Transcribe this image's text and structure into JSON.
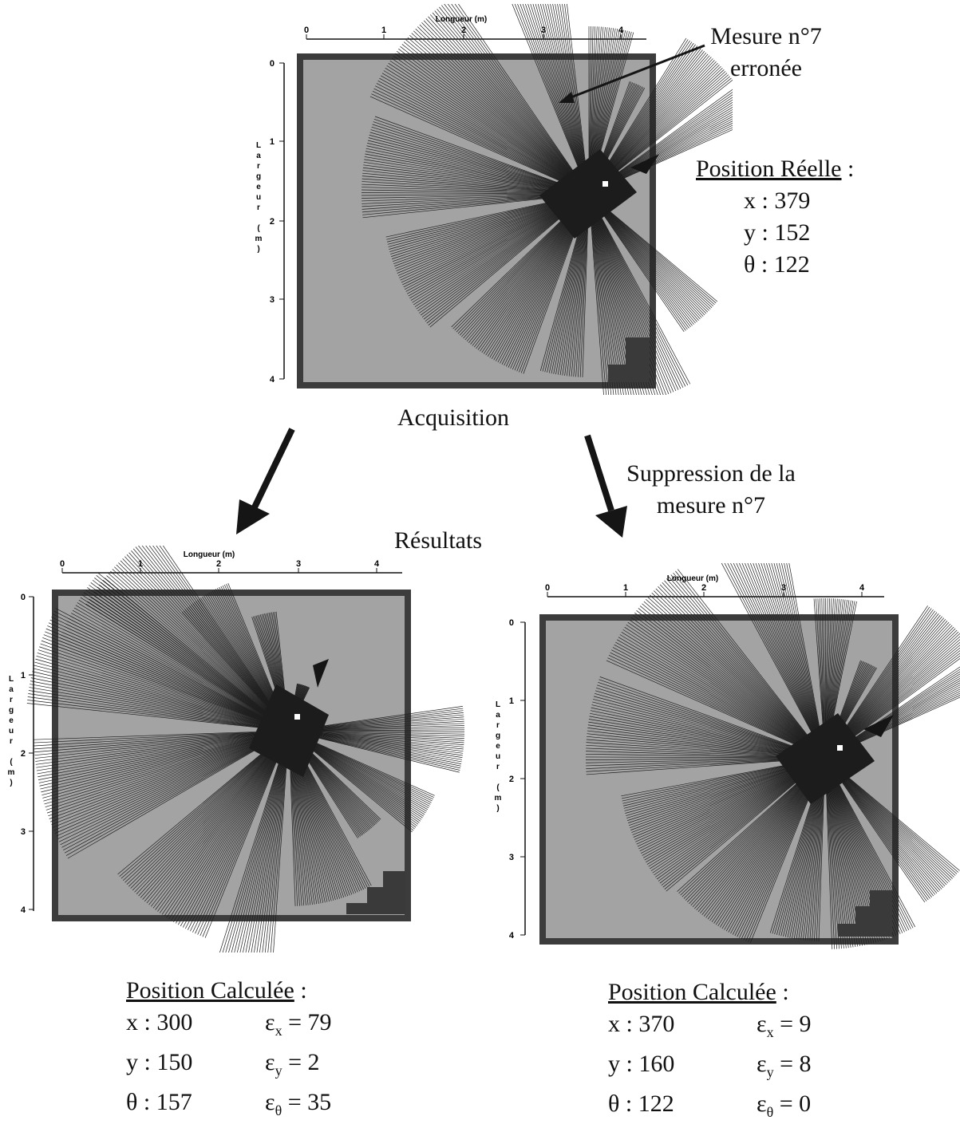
{
  "axes": {
    "x_label": "Longueur (m)",
    "y_label_chars": [
      "L",
      "a",
      "r",
      "g",
      "e",
      "u",
      "r",
      "",
      "(",
      "m",
      ")"
    ],
    "x_ticks": [
      "0",
      "1",
      "2",
      "3",
      "4"
    ],
    "y_ticks": [
      "0",
      "1",
      "2",
      "3",
      "4"
    ]
  },
  "annotation": {
    "line1": "Mesure n°7",
    "line2": "erronée"
  },
  "real_position": {
    "title": "Position Réelle",
    "colon": " :",
    "x": "x : 379",
    "y": "y : 152",
    "theta": "θ : 122"
  },
  "labels": {
    "acquisition": "Acquisition",
    "results": "Résultats",
    "suppression_line1": "Suppression de la",
    "suppression_line2": "mesure n°7"
  },
  "calc_left": {
    "title": "Position Calculée",
    "colon": " :",
    "x": "x : 300",
    "y": "y : 150",
    "theta": "θ : 157",
    "ex_sym": "ε",
    "ex_sub": "x",
    "ex_val": " = 79",
    "ey_sym": "ε",
    "ey_sub": "y",
    "ey_val": " = 2",
    "et_sym": "ε",
    "et_sub": "θ",
    "et_val": " = 35"
  },
  "calc_right": {
    "title": "Position Calculée",
    "colon": " :",
    "x": "x : 370",
    "y": "y : 160",
    "theta": "θ : 122",
    "ex_sym": "ε",
    "ex_sub": "x",
    "ex_val": " = 9",
    "ey_sym": "ε",
    "ey_sub": "y",
    "ey_val": " = 8",
    "et_sym": "ε",
    "et_sub": "θ",
    "et_val": " = 0"
  },
  "maps": [
    {
      "id": "top",
      "robot_x_m": 3.79,
      "robot_y_m": 1.52,
      "robot_theta_deg": 122
    },
    {
      "id": "left",
      "robot_x_m": 3.0,
      "robot_y_m": 1.5,
      "robot_theta_deg": 157
    },
    {
      "id": "right",
      "robot_x_m": 3.7,
      "robot_y_m": 1.6,
      "robot_theta_deg": 122
    }
  ],
  "colors": {
    "room_fill": "#a3a3a3",
    "room_border": "#3c3c3c",
    "sonar_lines": "#1e1e1e",
    "robot": "#1c1c1c",
    "arrow": "#151515"
  },
  "icons": [
    "arrow-down-left-icon",
    "arrow-down-right-icon",
    "robot-marker-icon"
  ]
}
